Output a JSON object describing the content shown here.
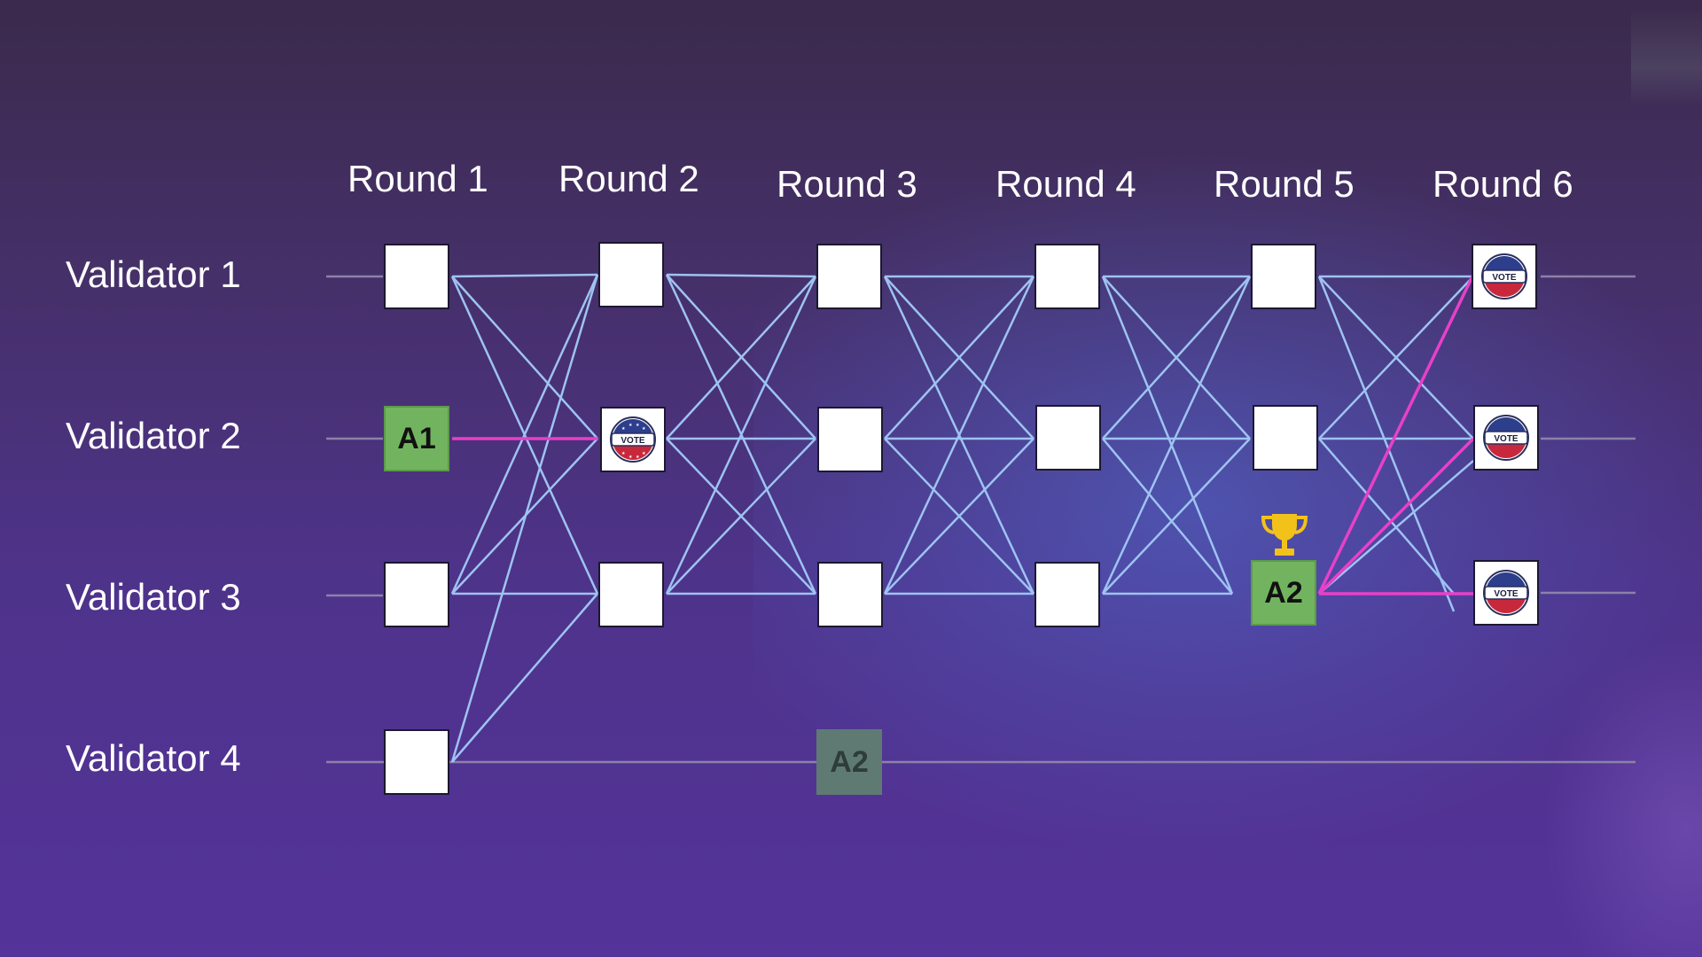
{
  "rounds": [
    "Round 1",
    "Round 2",
    "Round 3",
    "Round 4",
    "Round 5",
    "Round 6"
  ],
  "validators": [
    "Validator 1",
    "Validator 2",
    "Validator 3",
    "Validator 4"
  ],
  "blocks": {
    "a1": "A1",
    "a2": "A2",
    "a2_late": "A2",
    "vote_text": "VOTE"
  },
  "colors": {
    "edge": "#9ec3f2",
    "highlight": "#e840c8",
    "timeline": "#8b82a8",
    "green_block": "#72b35f",
    "ghost_block": "#5f7a72",
    "trophy": "#f2c21b"
  },
  "icons": [
    "vote-badge-icon",
    "trophy-icon"
  ]
}
